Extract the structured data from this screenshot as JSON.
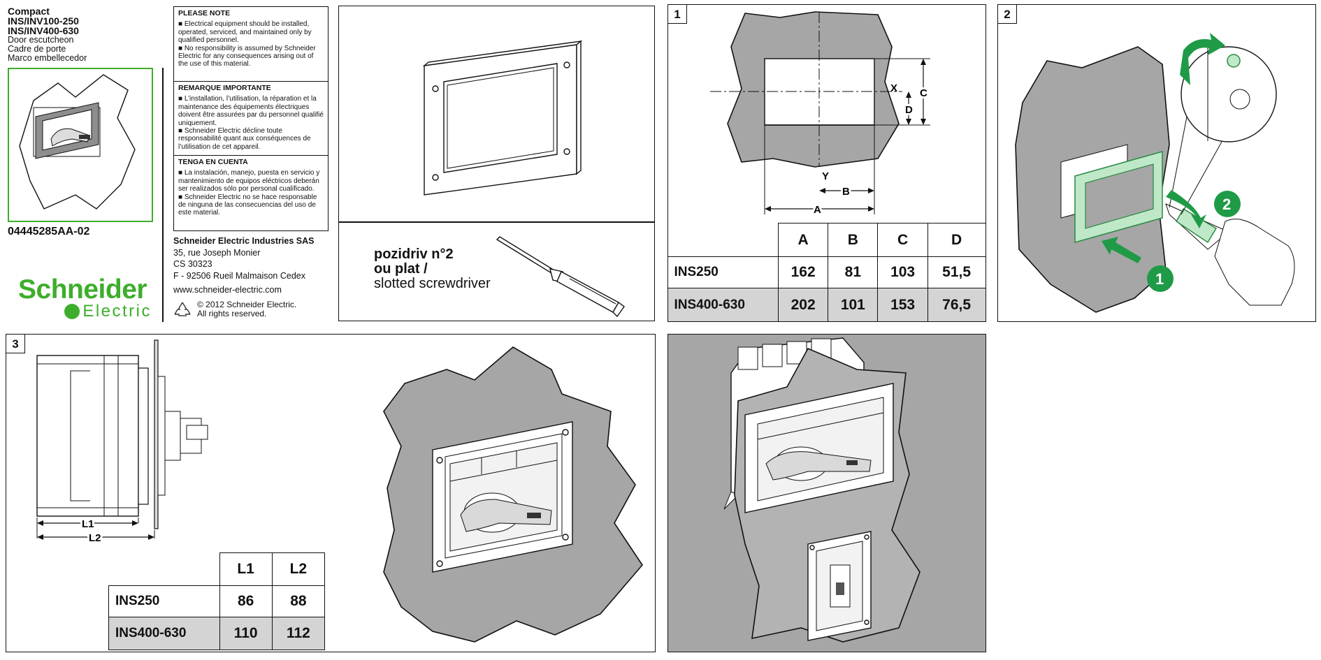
{
  "header": {
    "title_lines": [
      "Compact",
      "INS/INV100-250",
      "INS/INV400-630"
    ],
    "subtitle_lines": [
      "Door escutcheon",
      "Cadre de porte",
      "Marco embellecedor"
    ],
    "ref_number": "04445285AA-02"
  },
  "brand": {
    "name": "Schneider",
    "sub": "Electric",
    "color": "#3dae2b"
  },
  "notes": [
    {
      "title": "PLEASE NOTE",
      "lines": [
        "■ Electrical equipment should be installed, operated, serviced, and maintained only by qualified personnel.",
        "■ No responsibility is assumed by Schneider Electric for any consequences arising out of the use of this material."
      ]
    },
    {
      "title": "REMARQUE IMPORTANTE",
      "lines": [
        "■ L’installation, l’utilisation, la réparation et la maintenance des équipements électriques doivent être assurées par du personnel qualifié uniquement.",
        "■ Schneider Electric décline toute responsabilité quant aux conséquences de l’utilisation de cet appareil."
      ]
    },
    {
      "title": "TENGA EN CUENTA",
      "lines": [
        "■ La instalación, manejo, puesta en servicio y mantenimiento de equipos eléctricos deberán ser realizados sólo por personal cualificado.",
        "■ Schneider Electric no se hace responsable de ninguna de las consecuencias del uso de este material."
      ]
    }
  ],
  "company": {
    "name": "Schneider Electric Industries SAS",
    "address": [
      "35, rue Joseph Monier",
      "CS 30323",
      "F - 92506 Rueil Malmaison Cedex"
    ],
    "website": "www.schneider-electric.com",
    "copyright": [
      "© 2012 Schneider Electric.",
      "All rights reserved."
    ]
  },
  "tool": {
    "line1": "pozidriv n°2",
    "line2": "ou plat /",
    "line3": "slotted screwdriver"
  },
  "steps": [
    "1",
    "2",
    "3"
  ],
  "step1": {
    "dim_labels": {
      "x": "X",
      "y": "Y",
      "a": "A",
      "b": "B",
      "c": "C",
      "d": "D"
    },
    "table": {
      "headers": [
        "A",
        "B",
        "C",
        "D"
      ],
      "rows": [
        {
          "label": "INS250",
          "values": [
            "162",
            "81",
            "103",
            "51,5"
          ]
        },
        {
          "label": "INS400-630",
          "values": [
            "202",
            "101",
            "153",
            "76,5"
          ]
        }
      ]
    }
  },
  "step2": {
    "callouts": [
      "1",
      "2"
    ]
  },
  "step3": {
    "dim_labels": {
      "l1": "L1",
      "l2": "L2"
    },
    "table": {
      "headers": [
        "L1",
        "L2"
      ],
      "rows": [
        {
          "label": "INS250",
          "values": [
            "86",
            "88"
          ]
        },
        {
          "label": "INS400-630",
          "values": [
            "110",
            "112"
          ]
        }
      ]
    }
  }
}
